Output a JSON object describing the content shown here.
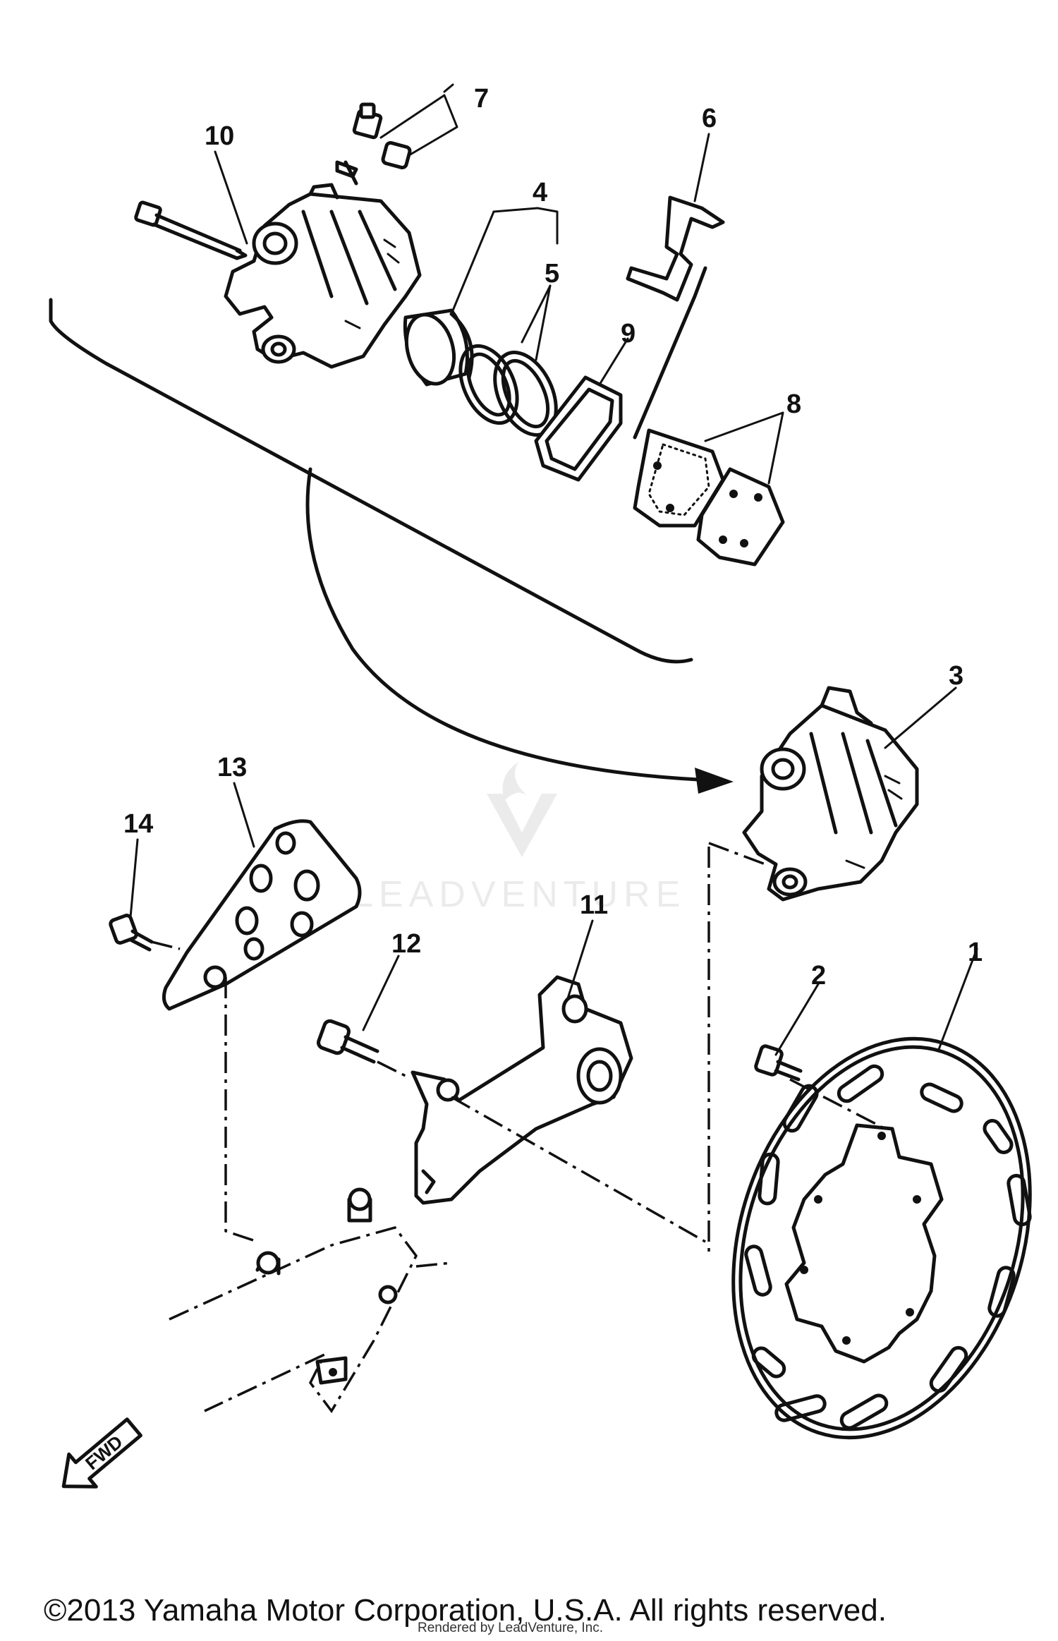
{
  "callouts": [
    "1",
    "2",
    "3",
    "4",
    "5",
    "6",
    "7",
    "8",
    "9",
    "10",
    "11",
    "12",
    "13",
    "14"
  ],
  "fwd_label": "FWD",
  "watermark": "LEADVENTURE",
  "copyright": "©2013 Yamaha Motor Corporation, U.S.A. All rights reserved.",
  "rendered_by": "Rendered by LeadVenture, Inc.",
  "colors": {
    "ink": "#111111",
    "background": "#ffffff",
    "watermark": "#d9d9d9"
  },
  "icons": [
    "fwd-arrow-icon",
    "leadventure-logo-icon"
  ]
}
